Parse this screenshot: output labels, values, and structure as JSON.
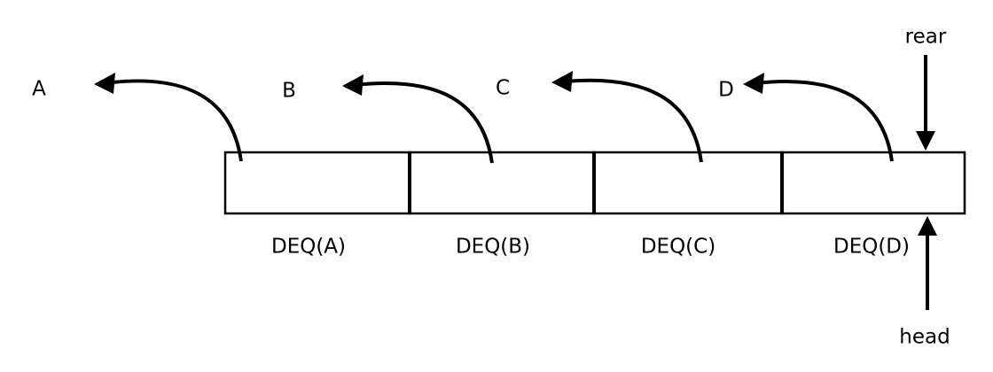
{
  "items": [
    {
      "name": "A",
      "op": "DEQ(A)"
    },
    {
      "name": "B",
      "op": "DEQ(B)"
    },
    {
      "name": "C",
      "op": "DEQ(C)"
    },
    {
      "name": "D",
      "op": "DEQ(D)"
    }
  ],
  "pointers": {
    "rear": "rear",
    "head": "head"
  },
  "colors": {
    "stroke": "#000000",
    "background": "#ffffff"
  }
}
